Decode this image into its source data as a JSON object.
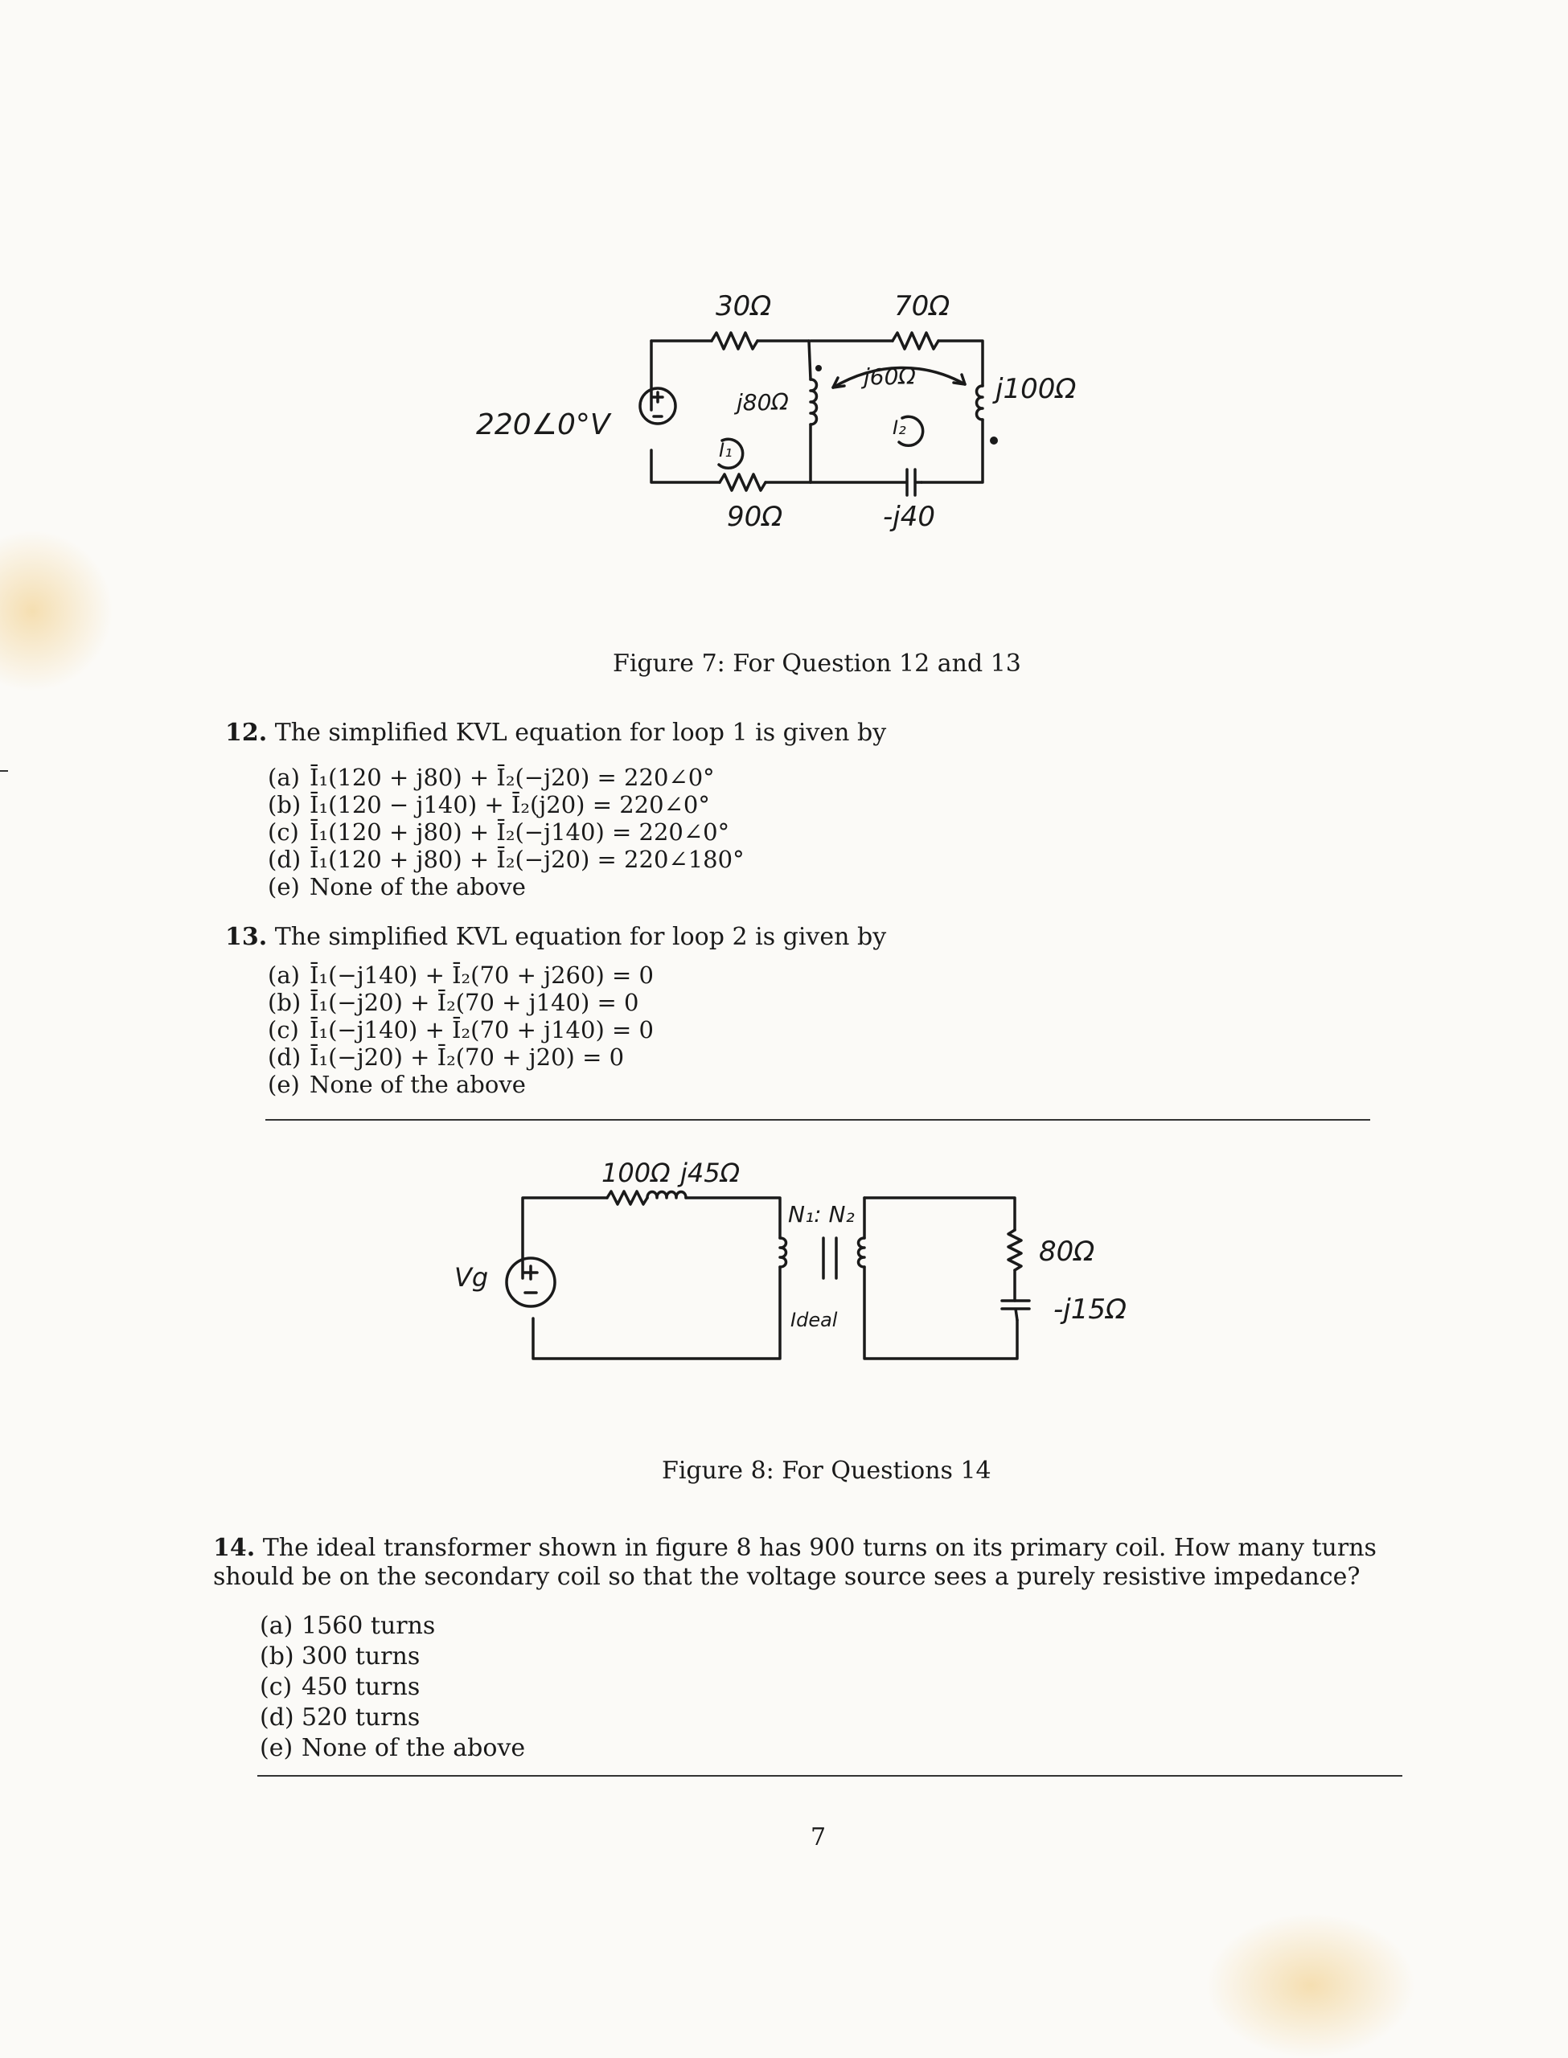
{
  "figure7": {
    "caption": "Figure 7: For Question 12 and 13",
    "labels": {
      "source": "220∠0°V",
      "r1": "30Ω",
      "r2": "70Ω",
      "l1": "j80Ω",
      "mutual": "j60Ω",
      "l2": "j100Ω",
      "r3": "90Ω",
      "cap": "-j40",
      "i1": "I₁",
      "i2": "I₂"
    }
  },
  "question12": {
    "number": "12.",
    "text": "The simplified KVL equation for loop 1 is given by",
    "options": [
      {
        "label": "(a)",
        "text": "Ī₁(120 + j80) + Ī₂(−j20) = 220∠0°"
      },
      {
        "label": "(b)",
        "text": "Ī₁(120 − j140) + Ī₂(j20) = 220∠0°"
      },
      {
        "label": "(c)",
        "text": "Ī₁(120 + j80) + Ī₂(−j140) = 220∠0°"
      },
      {
        "label": "(d)",
        "text": "Ī₁(120 + j80) + Ī₂(−j20) = 220∠180°"
      },
      {
        "label": "(e)",
        "text": "None of the above"
      }
    ]
  },
  "question13": {
    "number": "13.",
    "text": "The simplified KVL equation for loop 2 is given by",
    "options": [
      {
        "label": "(a)",
        "text": "Ī₁(−j140) + Ī₂(70 + j260) = 0"
      },
      {
        "label": "(b)",
        "text": "Ī₁(−j20) + Ī₂(70 + j140) = 0"
      },
      {
        "label": "(c)",
        "text": "Ī₁(−j140) + Ī₂(70 + j140) = 0"
      },
      {
        "label": "(d)",
        "text": "Ī₁(−j20) + Ī₂(70 + j20) = 0"
      },
      {
        "label": "(e)",
        "text": "None of the above"
      }
    ]
  },
  "figure8": {
    "caption": "Figure 8: For Questions 14",
    "labels": {
      "vg": "Vg",
      "r1": "100Ω",
      "l1": "j45Ω",
      "ratio": "N₁: N₂",
      "ideal": "Ideal",
      "rload": "80Ω",
      "cload": "-j15Ω"
    }
  },
  "question14": {
    "number": "14.",
    "text": "The ideal transformer shown in figure 8 has 900 turns on its primary coil. How many turns should be on the secondary coil so that the voltage source sees a purely resistive impedance?",
    "options": [
      {
        "label": "(a)",
        "text": "1560 turns"
      },
      {
        "label": "(b)",
        "text": "300 turns"
      },
      {
        "label": "(c)",
        "text": "450 turns"
      },
      {
        "label": "(d)",
        "text": "520 turns"
      },
      {
        "label": "(e)",
        "text": "None of the above"
      }
    ]
  },
  "page_number": "7"
}
